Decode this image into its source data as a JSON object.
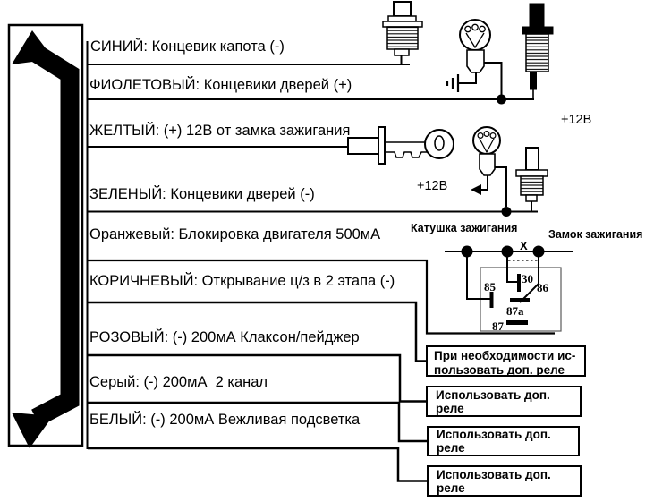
{
  "diagram": {
    "wires": [
      {
        "label": "СИНИЙ: Концевик капота (-)"
      },
      {
        "label": "ФИОЛЕТОВЫЙ: Концевики дверей (+)"
      },
      {
        "label": "ЖЕЛТЫЙ: (+) 12В от замка зажигания"
      },
      {
        "label": "ЗЕЛЕНЫЙ: Концевики дверей (-)"
      },
      {
        "label": "Оранжевый: Блокировка двигателя 500мА"
      },
      {
        "label": "КОРИЧНЕВЫЙ: Открывание ц/з в 2 этапа (-)"
      },
      {
        "label": "РОЗОВЫЙ: (-) 200мА Клаксон/пейджер"
      },
      {
        "label": "Серый: (-) 200мА  2 канал"
      },
      {
        "label": "БЕЛЫЙ: (-) 200мА Вежливая подсветка"
      }
    ],
    "voltages": {
      "top_right": "+12В",
      "courtesy": "+12В"
    },
    "ignition": {
      "coil_label": "Катушка зажигания",
      "lock_label": "Замок зажигания",
      "x_marker": "X"
    },
    "relay_pins": {
      "p85": "85",
      "p30": "30",
      "p86": "86",
      "p87a": "87a",
      "p87": "87"
    },
    "notes": {
      "note1_line1": "При необходимости ис-",
      "note1_line2": "пользовать доп. реле",
      "note2": "Использовать доп. реле",
      "note3": "Использовать доп. реле",
      "note4": "Использовать доп. реле"
    },
    "colors": {
      "ink": "#000000",
      "background": "#ffffff",
      "relay_border": "#5a5a5a"
    }
  }
}
